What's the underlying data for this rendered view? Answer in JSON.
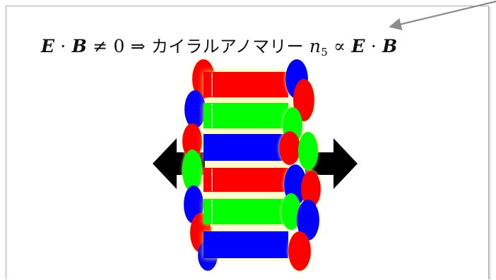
{
  "formula": {
    "e": "E",
    "dot1": "·",
    "b": "B",
    "neq": "≠ 0 ⇒",
    "anomaly_text": "カイラルアノマリー",
    "n": "n",
    "n_sub": "5",
    "prop": "∝",
    "e2": "E",
    "dot2": "·",
    "b2": "B"
  },
  "colors": {
    "red": "#ff0000",
    "green": "#00ff00",
    "blue": "#0000ff",
    "glow": "#ffe94a",
    "arrow": "#000000",
    "pointer": "#8c8c8c"
  }
}
